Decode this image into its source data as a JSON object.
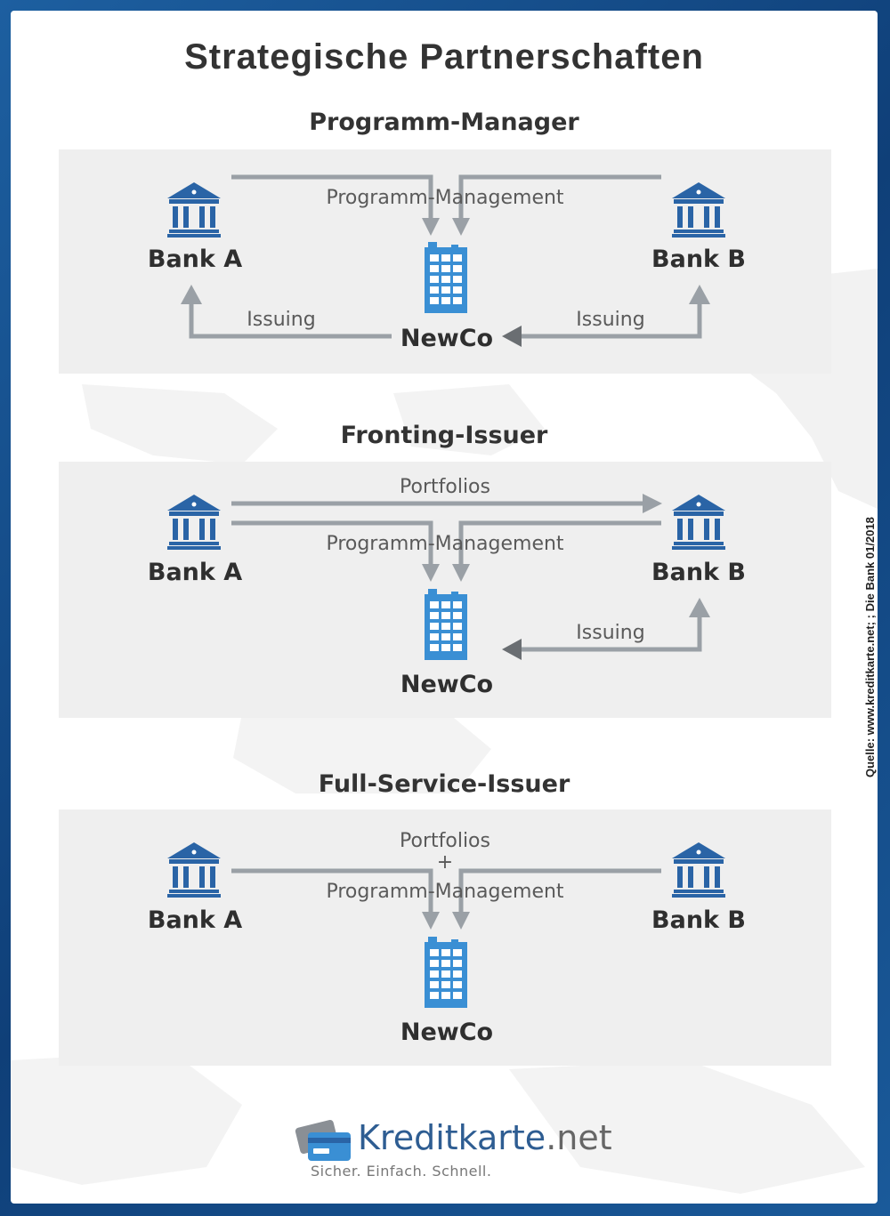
{
  "title": "Strategische Partnerschaften",
  "sections": [
    {
      "title": "Programm-Manager",
      "bank_a": "Bank A",
      "bank_b": "Bank B",
      "newco": "NewCo",
      "program_label": "Programm-Management",
      "issuing_left": "Issuing",
      "issuing_right": "Issuing"
    },
    {
      "title": "Fronting-Issuer",
      "bank_a": "Bank A",
      "bank_b": "Bank B",
      "newco": "NewCo",
      "portfolios_label": "Portfolios",
      "program_label": "Programm-Management",
      "issuing_right": "Issuing"
    },
    {
      "title": "Full-Service-Issuer",
      "bank_a": "Bank A",
      "bank_b": "Bank B",
      "newco": "NewCo",
      "portfolios_label": "Portfolios",
      "plus": "+",
      "program_label": "Programm-Management"
    }
  ],
  "source": "Quelle: www.kreditkarte.net; ; Die Bank 01/2018",
  "logo": {
    "name": "Kreditkarte",
    "tld": ".net",
    "tagline": "Sicher. Einfach. Schnell."
  },
  "colors": {
    "bank_icon": "#2a64a6",
    "building_icon": "#3a8fd4",
    "arrow": "#9aa0a6",
    "panel": "#efefef",
    "frame": "#1a5596"
  }
}
